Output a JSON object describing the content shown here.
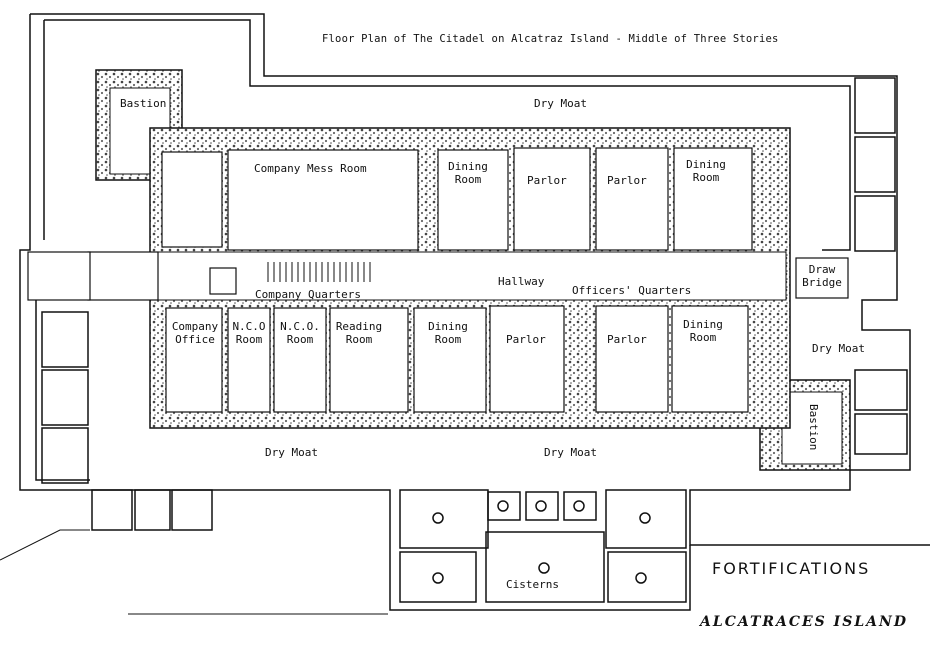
{
  "title": "Floor Plan of The Citadel on Alcatraz Island - Middle of Three Stories",
  "footer": {
    "fortifications": "FORTIFICATIONS",
    "island": "ALCATRACES ISLAND"
  },
  "rooms": {
    "bastion_nw": "Bastion",
    "bastion_se": "Bastion",
    "mess_room": "Company Mess Room",
    "dining_top_left": "Dining Room",
    "parlor_top_1": "Parlor",
    "parlor_top_2": "Parlor",
    "dining_top_right": "Dining Room",
    "company_office": "Company Office",
    "nco_room_1": "N.C.O Room",
    "nco_room_2": "N.C.O. Room",
    "reading_room": "Reading Room",
    "dining_bottom_left": "Dining Room",
    "parlor_bottom_1": "Parlor",
    "parlor_bottom_2": "Parlor",
    "dining_bottom_right": "Dining Room",
    "hallway": "Hallway",
    "company_quarters": "Company Quarters",
    "officers_quarters": "Officers' Quarters",
    "draw_bridge": "Draw Bridge",
    "cisterns": "Cisterns"
  },
  "moats": {
    "top": "Dry Moat",
    "bottom_left": "Dry Moat",
    "bottom_center": "Dry Moat",
    "right": "Dry Moat"
  }
}
